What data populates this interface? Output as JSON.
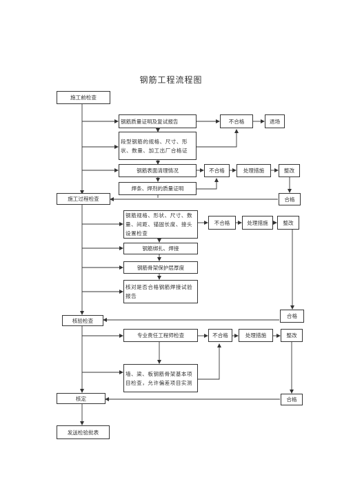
{
  "title": "钢筋工程流程图",
  "nodes": {
    "pre_check": "施工前检查",
    "rebar_cert": "钢筋质量证明及复试报告",
    "rebar_spec": "段型钢筋的规格、尺寸、形状、数量、加工出厂合格证",
    "rebar_surface": "钢筋表面清理情况",
    "weld_cert": "焊条、焊剂的质量证明",
    "fail_1": "不合格",
    "reject": "退场",
    "fail_2": "不合格",
    "measure_2": "处理措施",
    "rectify_2": "整改",
    "pass_2": "合格",
    "process_check": "施工过程检查",
    "rebar_detail": "钢筋规格、形状、尺寸、数量、间距、锚固长度、接头设置检查",
    "fail_3": "不合格",
    "measure_3": "处理措施",
    "rectify_3": "整改",
    "binding": "钢筋绑扎、焊接",
    "cover": "钢筋骨架保护层厚度",
    "weld_report": "核对是否合格钢筋焊接试验报告",
    "pass_3": "合格",
    "acceptance": "核验检查",
    "engineer_check": "专业责任工程师检查",
    "fail_4": "不合格",
    "measure_4": "处理措施",
    "rectify_4": "整改",
    "wall_check": "墙、梁、板钢筋骨架基本项目检查，允许偏差项目实测",
    "approve": "核定",
    "pass_4": "合格",
    "send": "发送检验批表"
  }
}
